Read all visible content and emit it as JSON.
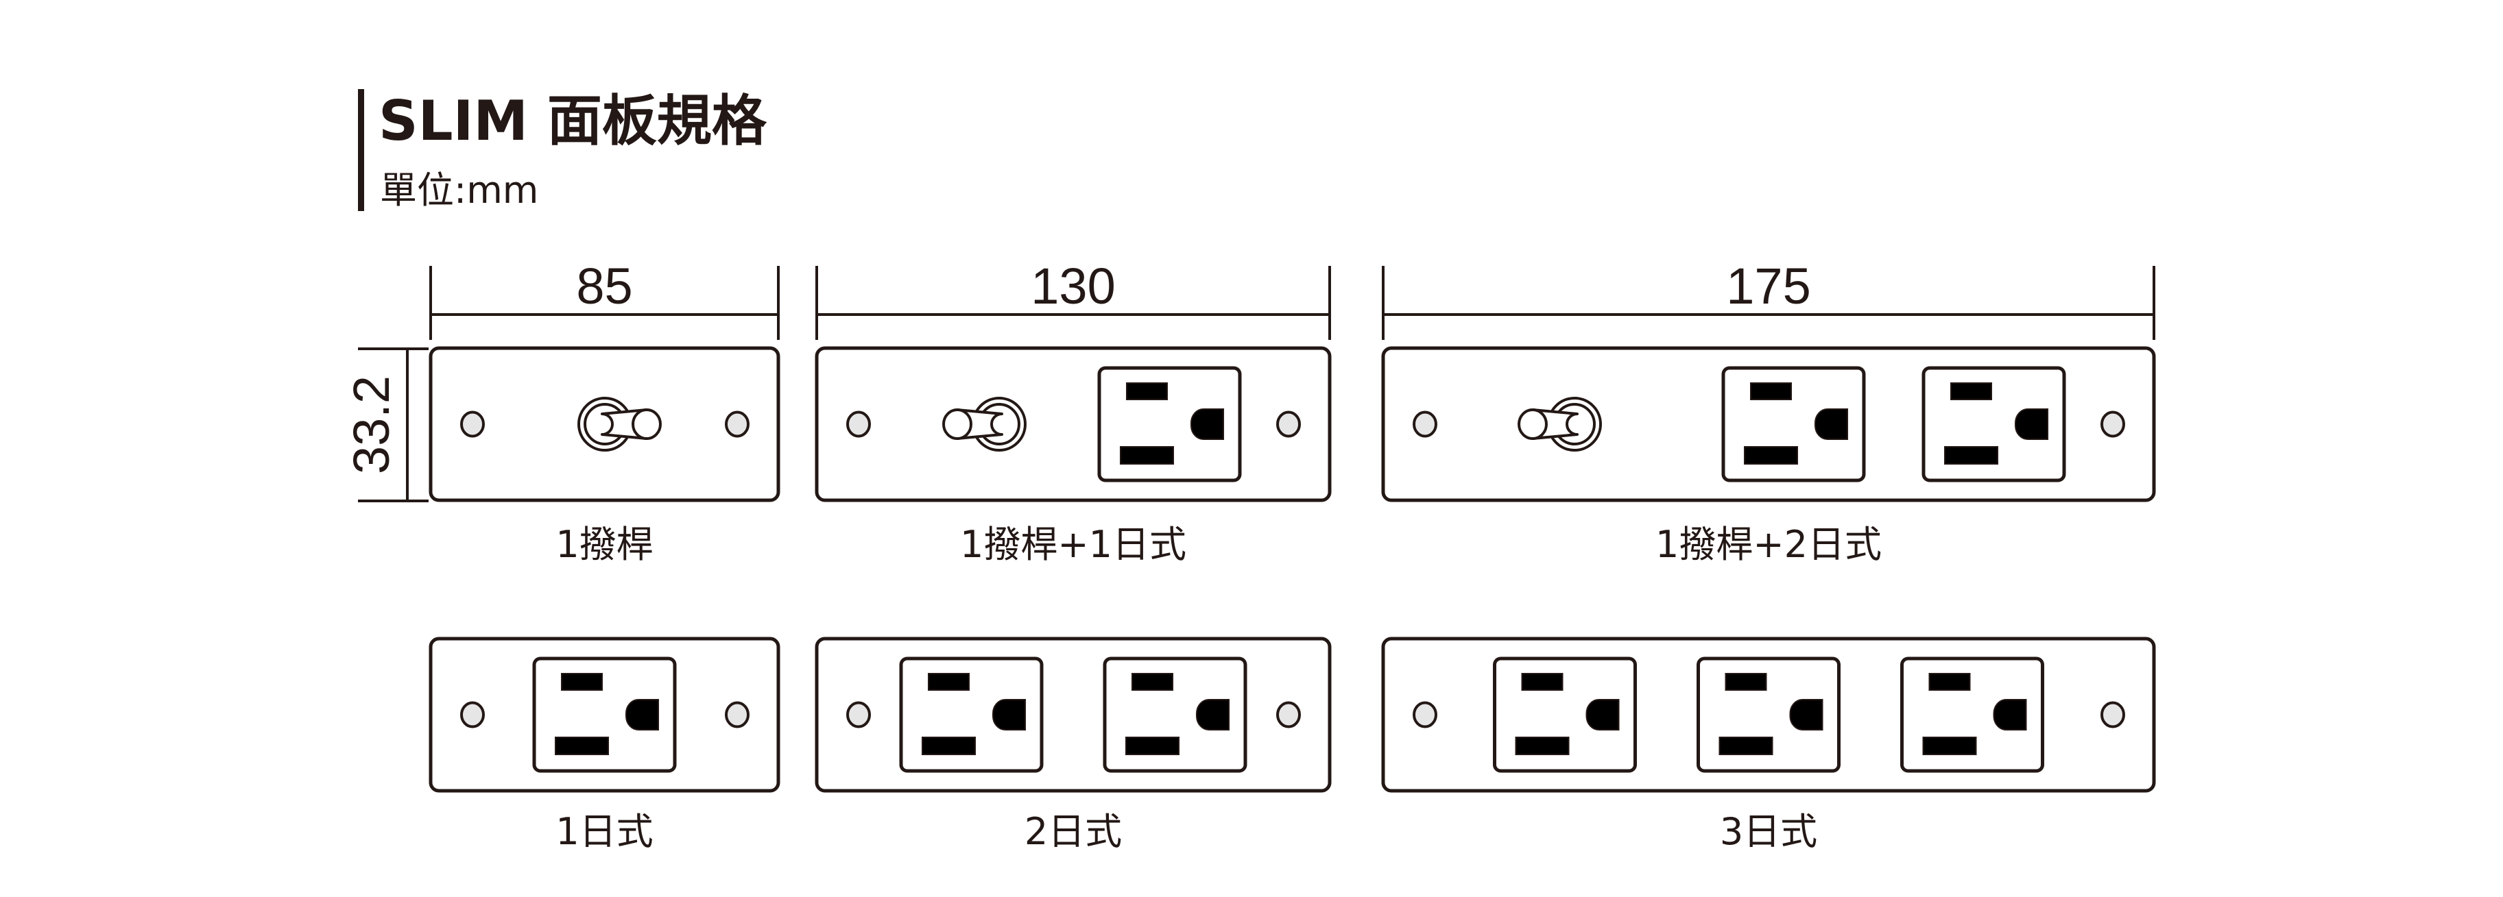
{
  "header": {
    "title": "SLIM 面板規格",
    "unit": "單位:mm"
  },
  "colors": {
    "ink": "#231815",
    "screw_fill": "#e6e6e6",
    "background": "#ffffff"
  },
  "height_dimension": "33.2",
  "rows": [
    {
      "panels": [
        {
          "id": "toggle-1",
          "width_label": "85",
          "label": "1撥桿",
          "components": [
            "toggle-right"
          ]
        },
        {
          "id": "toggle-1-outlet-1",
          "width_label": "130",
          "label": "1撥桿+1日式",
          "components": [
            "toggle-left",
            "outlet"
          ]
        },
        {
          "id": "toggle-1-outlet-2",
          "width_label": "175",
          "label": "1撥桿+2日式",
          "components": [
            "toggle-left",
            "outlet",
            "outlet"
          ]
        }
      ]
    },
    {
      "panels": [
        {
          "id": "outlet-1",
          "label": "1日式",
          "components": [
            "outlet"
          ]
        },
        {
          "id": "outlet-2",
          "label": "2日式",
          "components": [
            "outlet",
            "outlet"
          ]
        },
        {
          "id": "outlet-3",
          "label": "3日式",
          "components": [
            "outlet",
            "outlet",
            "outlet"
          ]
        }
      ]
    }
  ]
}
